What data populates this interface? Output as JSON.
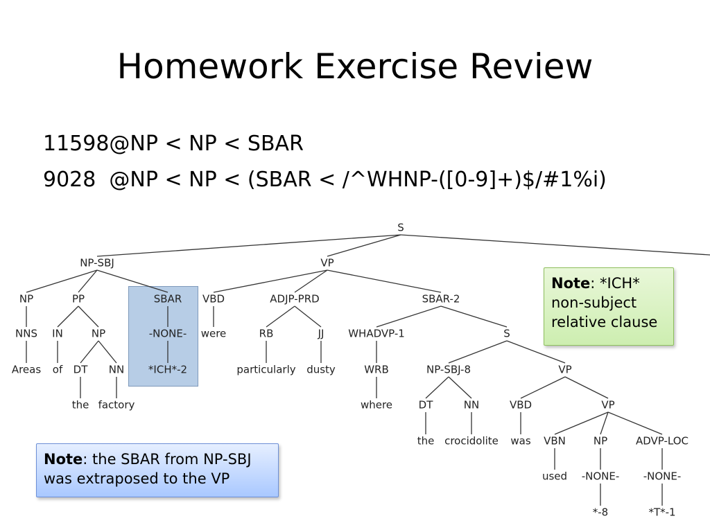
{
  "title": "Homework Exercise Review",
  "queries": [
    "11598@NP < NP < SBAR",
    "9028  @NP < NP < (SBAR < /^WHNP-([0-9]+)$/#1%i)"
  ],
  "notes": {
    "ich": {
      "label": "Note",
      "text": ": *ICH* non-subject relative clause"
    },
    "sbar": {
      "label": "Note",
      "text": ": the SBAR from NP-SBJ was extraposed to the VP"
    }
  },
  "tree": {
    "nodes": [
      {
        "id": "S",
        "label": "S"
      },
      {
        "id": "NPSBJ",
        "label": "NP-SBJ",
        "color": "#e02020"
      },
      {
        "id": "VP",
        "label": "VP"
      },
      {
        "id": "NP1",
        "label": "NP"
      },
      {
        "id": "PP",
        "label": "PP"
      },
      {
        "id": "SBAR1",
        "label": "SBAR"
      },
      {
        "id": "NNS",
        "label": "NNS"
      },
      {
        "id": "Areas",
        "label": "Areas"
      },
      {
        "id": "IN",
        "label": "IN"
      },
      {
        "id": "of",
        "label": "of"
      },
      {
        "id": "NP2",
        "label": "NP"
      },
      {
        "id": "DT1",
        "label": "DT"
      },
      {
        "id": "the1",
        "label": "the"
      },
      {
        "id": "NN1",
        "label": "NN"
      },
      {
        "id": "factory",
        "label": "factory"
      },
      {
        "id": "NONE1",
        "label": "-NONE-"
      },
      {
        "id": "ICH",
        "label": "*ICH*-2"
      },
      {
        "id": "VBD1",
        "label": "VBD"
      },
      {
        "id": "were",
        "label": "were"
      },
      {
        "id": "ADJP",
        "label": "ADJP-PRD"
      },
      {
        "id": "RB",
        "label": "RB"
      },
      {
        "id": "particularly",
        "label": "particularly"
      },
      {
        "id": "JJ",
        "label": "JJ"
      },
      {
        "id": "dusty",
        "label": "dusty"
      },
      {
        "id": "SBAR2",
        "label": "SBAR-2"
      },
      {
        "id": "WHADVP",
        "label": "WHADVP-1"
      },
      {
        "id": "WRB",
        "label": "WRB"
      },
      {
        "id": "where",
        "label": "where"
      },
      {
        "id": "S2",
        "label": "S"
      },
      {
        "id": "NPSBJ8",
        "label": "NP-SBJ-8"
      },
      {
        "id": "DT2",
        "label": "DT"
      },
      {
        "id": "the2",
        "label": "the"
      },
      {
        "id": "NN2",
        "label": "NN"
      },
      {
        "id": "crocidolite",
        "label": "crocidolite"
      },
      {
        "id": "VP2",
        "label": "VP"
      },
      {
        "id": "VBD2",
        "label": "VBD"
      },
      {
        "id": "was",
        "label": "was"
      },
      {
        "id": "VP3",
        "label": "VP"
      },
      {
        "id": "VBN",
        "label": "VBN"
      },
      {
        "id": "used",
        "label": "used"
      },
      {
        "id": "NP3",
        "label": "NP"
      },
      {
        "id": "NONE2",
        "label": "-NONE-"
      },
      {
        "id": "star8",
        "label": "*-8"
      },
      {
        "id": "ADVP",
        "label": "ADVP-LOC"
      },
      {
        "id": "NONE3",
        "label": "-NONE-"
      },
      {
        "id": "T1",
        "label": "*T*-1"
      }
    ]
  }
}
